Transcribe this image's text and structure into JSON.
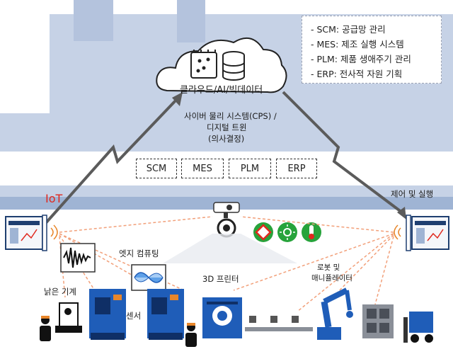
{
  "legend": {
    "items": [
      "- SCM: 공급망 관리",
      "- MES: 제조 실행 시스템",
      "- PLM: 제품 생애주기 관리",
      "- ERP: 전사적 자원 기획"
    ]
  },
  "cloud": {
    "label": "클라우드/AI/빅데이터"
  },
  "cps": {
    "line1": "사이버 물리 시스템(CPS) /",
    "line2": "디지털 트윈",
    "line3": "(의사결정)"
  },
  "systems": [
    "SCM",
    "MES",
    "PLM",
    "ERP"
  ],
  "labels": {
    "iot": "IoT",
    "control": "제어 및 실행",
    "edge": "엣지 컴퓨팅",
    "printer": "3D 프린터",
    "robot_line1": "로봇 및",
    "robot_line2": "매니퓰레이터",
    "old_machine": "낡은 기계",
    "sensor": "센서"
  },
  "colors": {
    "house": "#c6d2e6",
    "band": "#9fb4d4",
    "machine_blue": "#1f5db8",
    "iot_red": "#e0281e",
    "arrow_gray": "#5b5b5b",
    "dash_orange": "#f2a07a"
  }
}
